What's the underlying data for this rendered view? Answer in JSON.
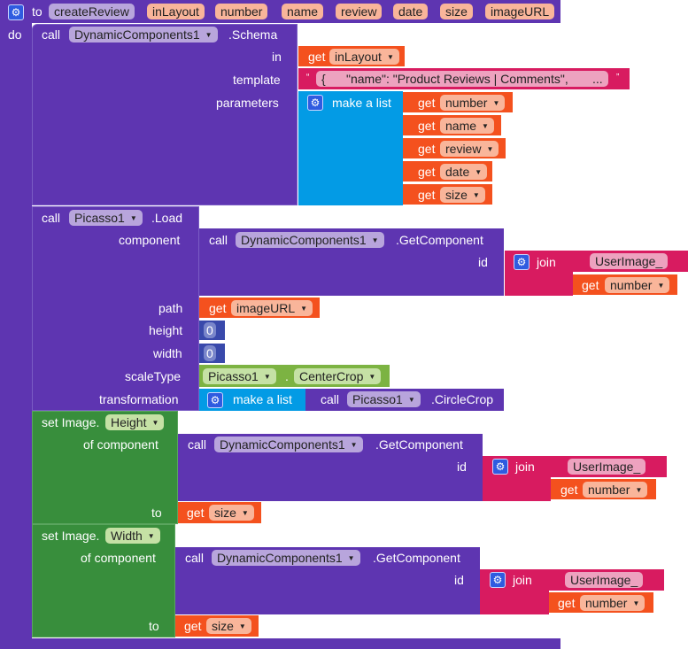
{
  "procedure": {
    "to": "to",
    "name": "createReview",
    "params": [
      "inLayout",
      "number",
      "name",
      "review",
      "date",
      "size",
      "imageURL"
    ],
    "do": "do"
  },
  "schema": {
    "call": "call",
    "component": "DynamicComponents1",
    "method": ".Schema",
    "in": "in",
    "template": "template",
    "parameters": "parameters",
    "in_get": "get",
    "in_var": "inLayout",
    "template_text": "{      \"name\": \"Product Reviews | Comments\",       ...",
    "make_list": "make a list",
    "items": [
      {
        "get": "get",
        "var": "number"
      },
      {
        "get": "get",
        "var": "name"
      },
      {
        "get": "get",
        "var": "review"
      },
      {
        "get": "get",
        "var": "date"
      },
      {
        "get": "get",
        "var": "size"
      }
    ]
  },
  "load": {
    "call": "call",
    "component": "Picasso1",
    "method": ".Load",
    "component_label": "component",
    "path": "path",
    "height": "height",
    "width": "width",
    "scaleType": "scaleType",
    "transformation": "transformation",
    "gc_call": "call",
    "gc_component": "DynamicComponents1",
    "gc_method": ".GetComponent",
    "id": "id",
    "join": "join",
    "text": "UserImage_",
    "get": "get",
    "var": "number",
    "path_get": "get",
    "path_var": "imageURL",
    "height_val": "0",
    "width_val": "0",
    "scale_comp": "Picasso1",
    "scale_dot": ".",
    "scale_val": "CenterCrop",
    "make_list": "make a list",
    "cc_call": "call",
    "cc_component": "Picasso1",
    "cc_method": ".CircleCrop"
  },
  "set_height": {
    "set": "set Image.",
    "prop": "Height",
    "of": "of component",
    "to": "to",
    "gc_call": "call",
    "gc_component": "DynamicComponents1",
    "gc_method": ".GetComponent",
    "id": "id",
    "join": "join",
    "text": "UserImage_",
    "get": "get",
    "var": "number",
    "to_get": "get",
    "to_var": "size"
  },
  "set_width": {
    "set": "set Image.",
    "prop": "Width",
    "of": "of component",
    "to": "to",
    "gc_call": "call",
    "gc_component": "DynamicComponents1",
    "gc_method": ".GetComponent",
    "id": "id",
    "join": "join",
    "text": "UserImage_",
    "get": "get",
    "var": "number",
    "to_get": "get",
    "to_var": "size"
  }
}
